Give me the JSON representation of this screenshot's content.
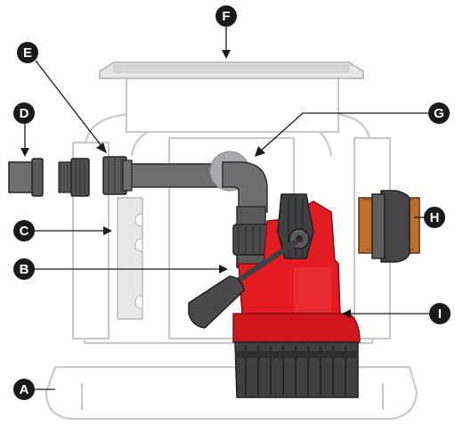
{
  "callouts": [
    {
      "id": "A",
      "label": "A"
    },
    {
      "id": "B",
      "label": "B"
    },
    {
      "id": "C",
      "label": "C"
    },
    {
      "id": "D",
      "label": "D"
    },
    {
      "id": "E",
      "label": "E"
    },
    {
      "id": "F",
      "label": "F"
    },
    {
      "id": "G",
      "label": "G"
    },
    {
      "id": "H",
      "label": "H"
    },
    {
      "id": "I",
      "label": "I"
    }
  ],
  "colors": {
    "pump_red": "#e31b23",
    "pump_dark_red": "#b8141a",
    "pipe_gray": "#6d6e70",
    "pipe_dark": "#4a4a4b",
    "base_gray": "#58595b",
    "gasket_orange": "#c1702a",
    "outline_gray": "#c9c9c9",
    "callout_black": "#1a1a1a"
  }
}
